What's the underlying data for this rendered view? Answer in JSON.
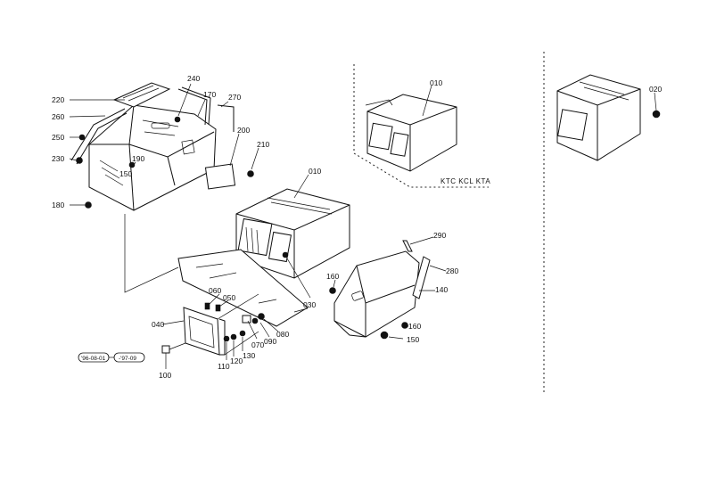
{
  "diagram": {
    "labels": {
      "p220": "220",
      "p260": "260",
      "p250": "250",
      "p230": "230",
      "p180": "180",
      "p240": "240",
      "p170": "170",
      "p270": "270",
      "p200": "200",
      "p210": "210",
      "p190": "190",
      "p150a": "150",
      "p010_main": "010",
      "p010_inset": "010",
      "p020": "020",
      "p290": "290",
      "p280": "280",
      "p140": "140",
      "p160a": "160",
      "p160b": "160",
      "p150b": "150",
      "p030": "030",
      "p060": "060",
      "p050": "050",
      "p040": "040",
      "p070": "070",
      "p080": "080",
      "p090": "090",
      "p100": "100",
      "p110": "110",
      "p120": "120",
      "p130": "130"
    },
    "model_note": "KTC KCL KTA",
    "stamps": {
      "left": "'96-08-01",
      "right": "-'97-09"
    }
  }
}
